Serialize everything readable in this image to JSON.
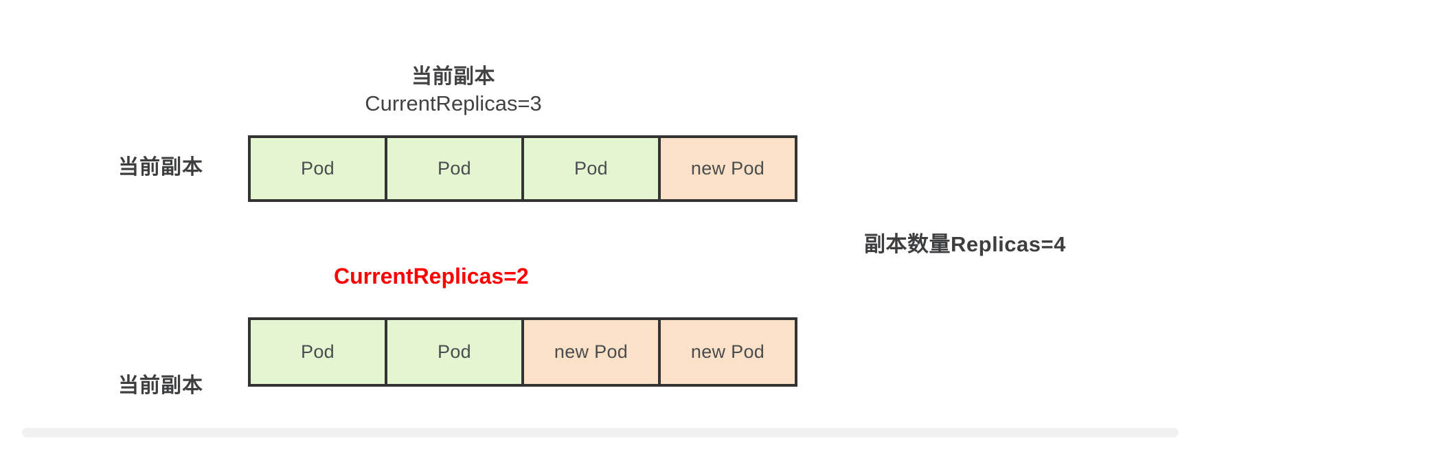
{
  "diagram": {
    "header": {
      "cn_label": "当前副本",
      "en_label": "CurrentReplicas=3"
    },
    "rows": [
      {
        "label": "当前副本",
        "cells": [
          {
            "text": "Pod",
            "kind": "existing"
          },
          {
            "text": "Pod",
            "kind": "existing"
          },
          {
            "text": "Pod",
            "kind": "existing"
          },
          {
            "text": "new Pod",
            "kind": "new"
          }
        ]
      },
      {
        "label": "当前副本",
        "cells": [
          {
            "text": "Pod",
            "kind": "existing"
          },
          {
            "text": "Pod",
            "kind": "existing"
          },
          {
            "text": "new Pod",
            "kind": "new"
          },
          {
            "text": "new Pod",
            "kind": "new"
          }
        ]
      }
    ],
    "annotations": {
      "red_current_replicas": "CurrentReplicas=2",
      "side_replicas": "副本数量Replicas=4"
    },
    "colors": {
      "existing_pod_fill": "#e3f5d1",
      "new_pod_fill": "#fbe1c7",
      "border": "#333333",
      "text": "#3c3e40",
      "highlight": "#ff0000",
      "scrollbar": "#f1f1f1",
      "background": "#ffffff"
    }
  }
}
